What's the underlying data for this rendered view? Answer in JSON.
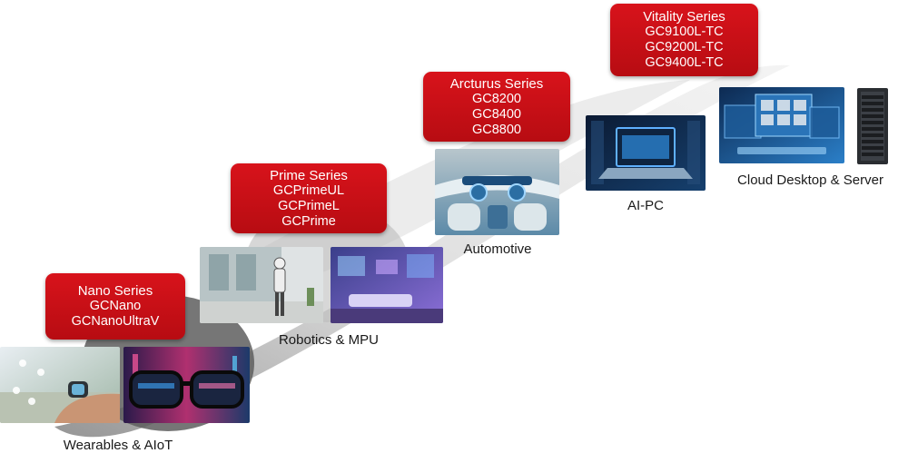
{
  "colors": {
    "series_red": "#c8101a",
    "arc_shade": "#e6e6e6",
    "caption_text": "#1a1a1a"
  },
  "series": [
    {
      "title": "Nano Series",
      "models": [
        "GCNano",
        "GCNanoUltraV"
      ]
    },
    {
      "title": "Prime Series",
      "models": [
        "GCPrimeUL",
        "GCPrimeL",
        "GCPrime"
      ]
    },
    {
      "title": "Arcturus Series",
      "models": [
        "GC8200",
        "GC8400",
        "GC8800"
      ]
    },
    {
      "title": "Vitality Series",
      "models": [
        "GC9100L-TC",
        "GC9200L-TC",
        "GC9400L-TC"
      ]
    }
  ],
  "categories": [
    {
      "label": "Wearables & AIoT",
      "icons": [
        "smartwatch-photo",
        "ar-glasses-photo"
      ]
    },
    {
      "label": "Robotics & MPU",
      "icons": [
        "humanoid-robot-photo",
        "smart-home-photo"
      ]
    },
    {
      "label": "Automotive",
      "icons": [
        "car-interior-photo"
      ]
    },
    {
      "label": "AI-PC",
      "icons": [
        "laptop-photo"
      ]
    },
    {
      "label": "Cloud Desktop & Server",
      "icons": [
        "cloud-desktop-photo",
        "server-rack-photo"
      ]
    }
  ]
}
